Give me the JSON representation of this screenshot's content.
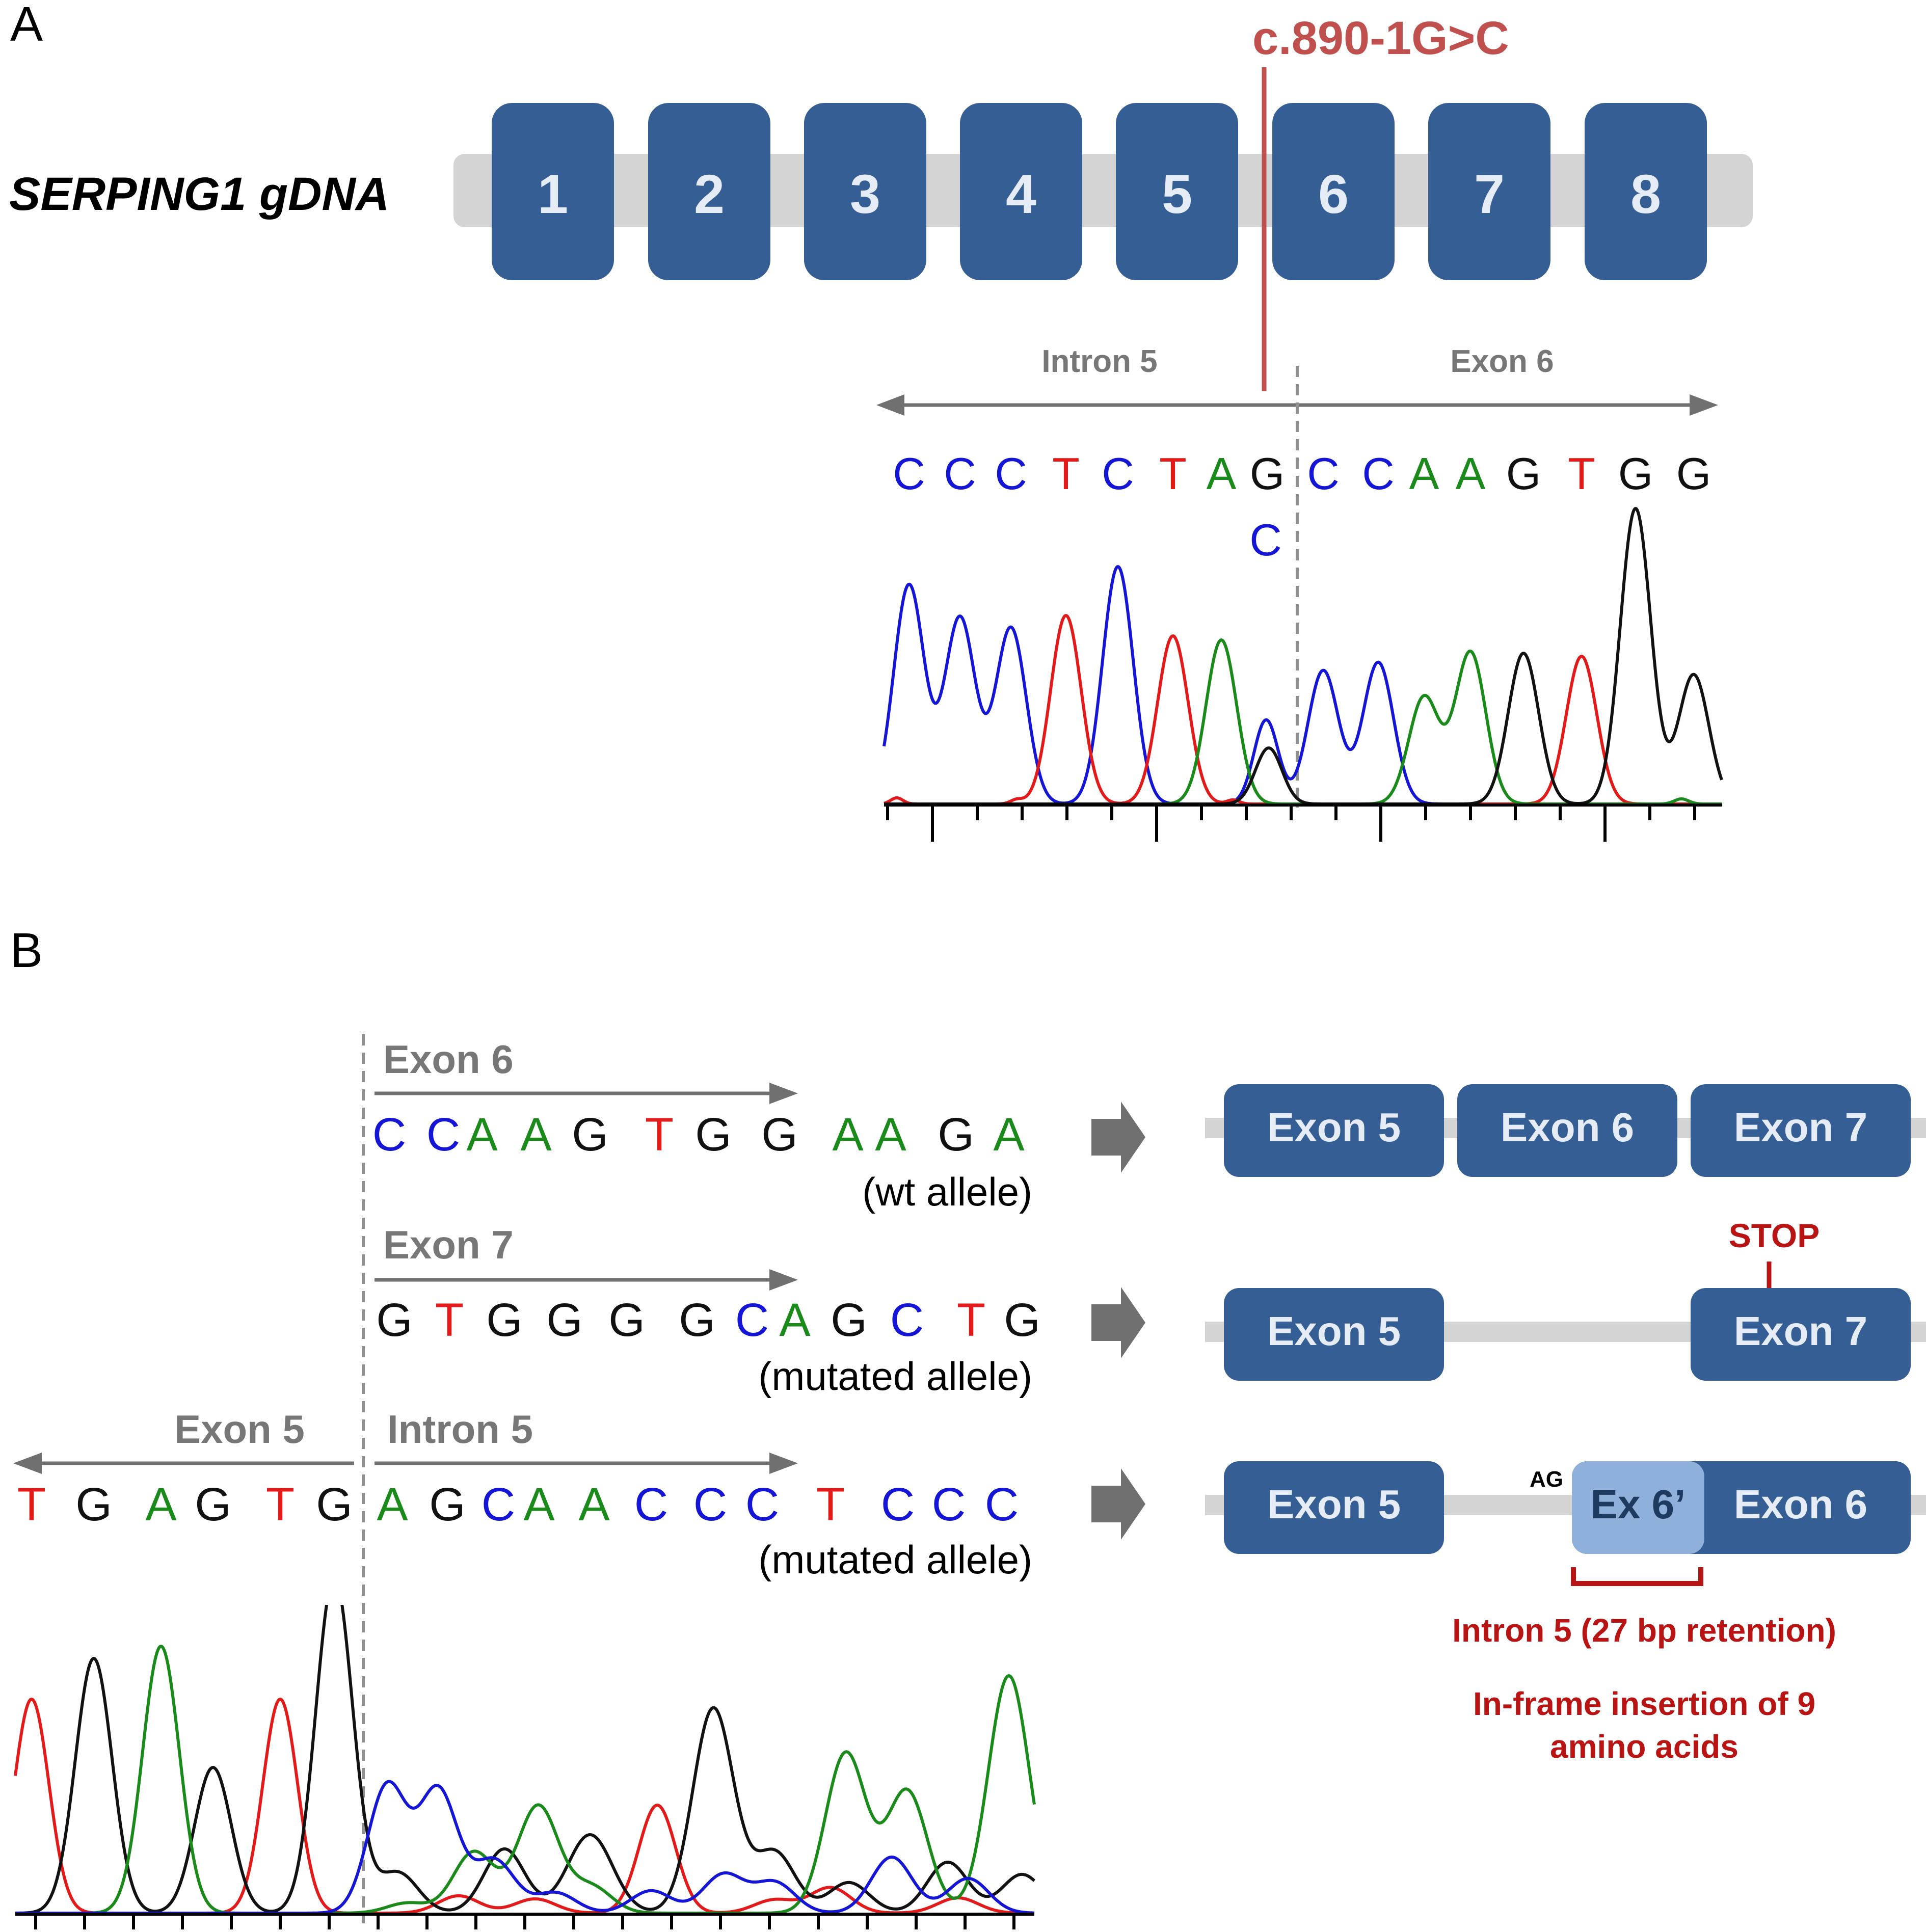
{
  "panels": {
    "a": "A",
    "b": "B"
  },
  "panel_a": {
    "gene_label": "SERPING1 gDNA",
    "exons": [
      "1",
      "2",
      "3",
      "4",
      "5",
      "6",
      "7",
      "8"
    ],
    "mutation_label": "c.890-1G>C",
    "intron_label": "Intron 5",
    "exon_label": "Exon 6",
    "sequence": [
      "C",
      "C",
      "C",
      "T",
      "C",
      "T",
      "A",
      "G",
      "C",
      "C",
      "A",
      "A",
      "G",
      "T",
      "G",
      "G"
    ],
    "mutant_base": "C"
  },
  "panel_b": {
    "rows": [
      {
        "label": "Exon 6",
        "sequence": [
          "C",
          "C",
          "A",
          "A",
          "G",
          "T",
          "G",
          "G",
          "A",
          "A",
          "G",
          "A"
        ],
        "allele": "(wt allele)",
        "transcript": [
          "Exon 5",
          "Exon 6",
          "Exon 7"
        ]
      },
      {
        "label": "Exon 7",
        "sequence": [
          "G",
          "T",
          "G",
          "G",
          "G",
          "G",
          "C",
          "A",
          "G",
          "C",
          "T",
          "G"
        ],
        "allele": "(mutated allele)",
        "transcript": [
          "Exon 5",
          "Exon 7"
        ],
        "stop": "STOP"
      },
      {
        "left_label": "Exon 5",
        "right_label": "Intron 5",
        "left_sequence": [
          "T",
          "G",
          "A",
          "G",
          "T",
          "G"
        ],
        "right_sequence": [
          "A",
          "G",
          "C",
          "A",
          "A",
          "C",
          "C",
          "C",
          "T",
          "C",
          "C",
          "C"
        ],
        "allele": "(mutated allele)",
        "transcript": [
          "Exon 5",
          "Exon 6"
        ],
        "ag": "AG",
        "cryptic_exon": "Ex 6’"
      }
    ],
    "retention_note": "Intron 5 (27 bp retention)",
    "insertion_note_1": "In-frame insertion of 9",
    "insertion_note_2": "amino acids"
  },
  "base_colors": {
    "A": "#1a8a1a",
    "C": "#1515d6",
    "G": "#111111",
    "T": "#e31a1a"
  }
}
